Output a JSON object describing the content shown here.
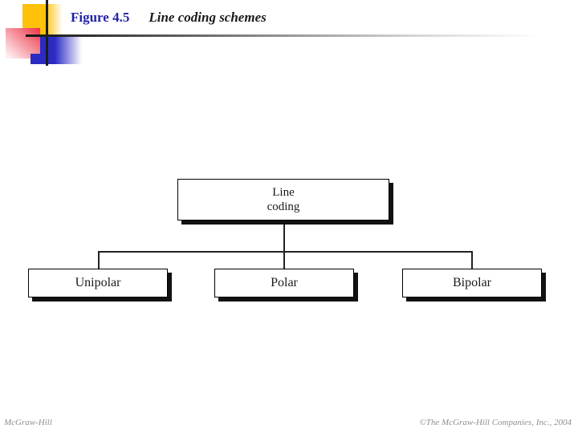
{
  "slide": {
    "header": {
      "figure_label": "Figure 4.5",
      "figure_title": "Line coding schemes",
      "colors": {
        "figure_label_blue": "#2222aa",
        "title_black": "#1a1a1a",
        "decoration_yellow": "#ffc10a",
        "decoration_red": "#ee3347",
        "decoration_blue": "#2b2bc4"
      }
    },
    "footer": {
      "left": "McGraw-Hill",
      "right": "©The McGraw-Hill Companies, Inc., 2004"
    }
  },
  "diagram": {
    "type": "tree",
    "root_label": "Line\ncoding",
    "children": [
      {
        "label": "Unipolar"
      },
      {
        "label": "Polar"
      },
      {
        "label": "Bipolar"
      }
    ]
  }
}
